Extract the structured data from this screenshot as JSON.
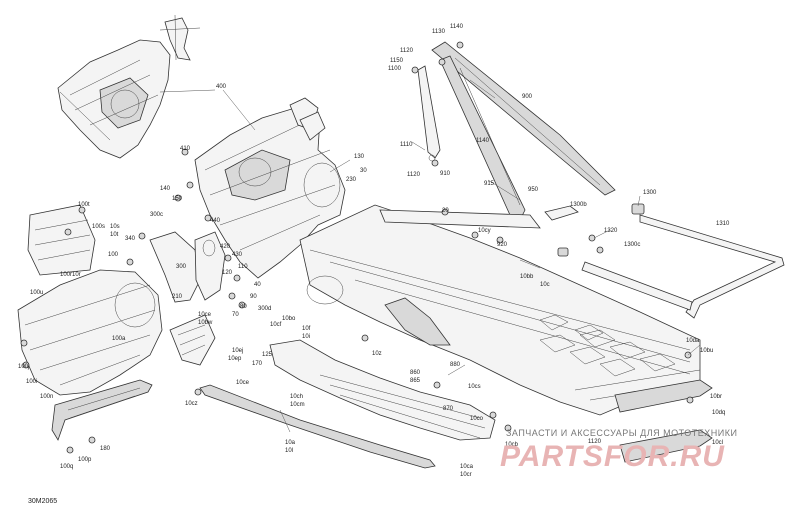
{
  "figure_code": "30M2065",
  "watermark": {
    "line": "ЗАПЧАСТИ И АКСЕССУАРЫ ДЛЯ МОТОТЕХНИКИ",
    "brand": "PARTSFOR.RU",
    "brand_color": "#e8b4b4"
  },
  "callouts": [
    "400",
    "410",
    "130",
    "140",
    "150",
    "30",
    "230",
    "300c",
    "440",
    "340",
    "300",
    "100",
    "420",
    "430",
    "110",
    "120",
    "210",
    "40",
    "20",
    "90",
    "80",
    "70",
    "300d",
    "10ce",
    "10bw",
    "10bo",
    "10cf",
    "10f",
    "10i",
    "10ej",
    "10ep",
    "125",
    "170",
    "10ce",
    "10cz",
    "10ch",
    "10cm",
    "10a",
    "10l",
    "10s",
    "10t",
    "10r",
    "100t",
    "100s",
    "100a",
    "100u",
    "100r",
    "100j",
    "100i",
    "100n",
    "100p",
    "100q",
    "180",
    "10cy",
    "920",
    "10bb",
    "10c",
    "10z",
    "860",
    "865",
    "880",
    "870",
    "10cs",
    "10co",
    "10cb",
    "10ca",
    "10cr",
    "10da",
    "10bu",
    "10br",
    "10dq",
    "10cl",
    "1120",
    "1130",
    "1140",
    "1120",
    "1150",
    "1100",
    "1110",
    "1140",
    "1120",
    "910",
    "900",
    "915",
    "950",
    "1300b",
    "1300",
    "1310",
    "1320",
    "1300c"
  ]
}
